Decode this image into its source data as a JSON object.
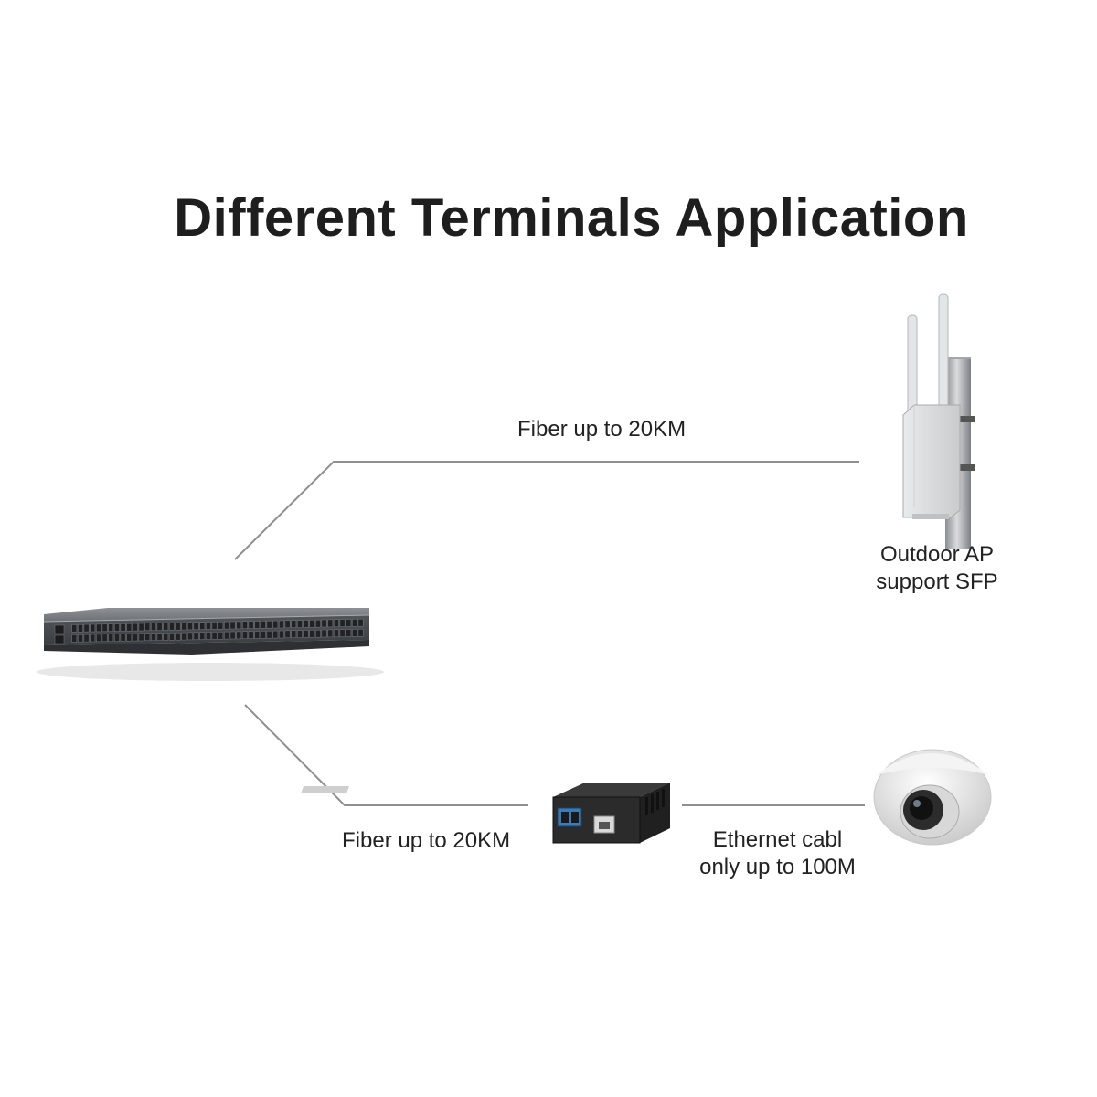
{
  "title": "Different Terminals Application",
  "links": {
    "top_fiber": "Fiber up to 20KM",
    "bottom_fiber": "Fiber up to 20KM",
    "ethernet_line1": "Ethernet cabl",
    "ethernet_line2": "only up to 100M"
  },
  "devices": {
    "switch": {
      "icon": "network-switch-icon"
    },
    "outdoor_ap": {
      "icon": "outdoor-access-point-icon",
      "label_line1": "Outdoor AP",
      "label_line2": "support SFP"
    },
    "media_converter": {
      "icon": "media-converter-icon"
    },
    "camera": {
      "icon": "dome-camera-icon"
    }
  },
  "colors": {
    "line": "#8f8f8f",
    "text": "#222222"
  }
}
